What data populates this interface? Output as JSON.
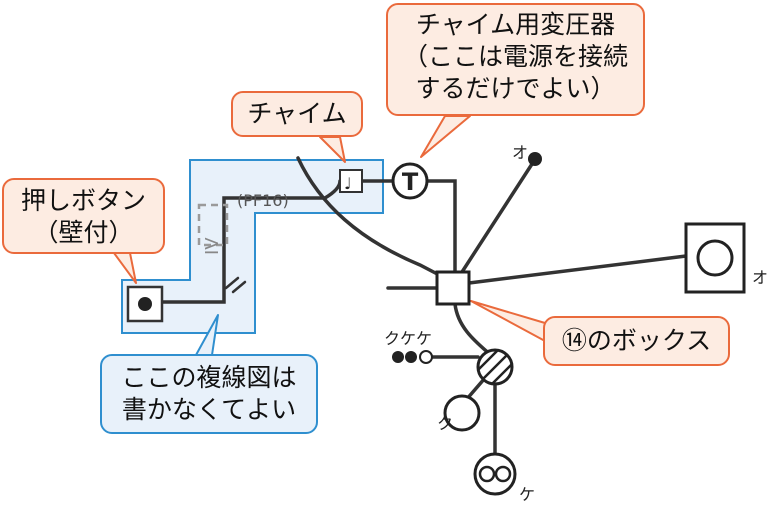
{
  "callouts": {
    "transformer": {
      "lines": [
        "チャイム用変圧器",
        "（ここは電源を接続",
        "するだけでよい）"
      ]
    },
    "chime": {
      "lines": [
        "チャイム"
      ]
    },
    "push_button": {
      "lines": [
        "押しボタン",
        "（壁付）"
      ]
    },
    "box14": {
      "lines": [
        "⑭のボックス"
      ]
    },
    "multiline_note": {
      "lines": [
        "ここの複線図は",
        "書かなくてよい"
      ]
    }
  },
  "diagram": {
    "conduit_label": "(PF16)",
    "cable_label": "IV",
    "transformer_symbol": "T",
    "chime_symbol": "♩",
    "labels": {
      "o_top": "オ",
      "o_right": "オ",
      "kukeke": "クケケ",
      "ku": "ク",
      "ke": "ケ"
    },
    "colors": {
      "wire": "#333333",
      "orange_border": "#ea6a3c",
      "orange_fill": "#fdece2",
      "blue_border": "#2f8fcf",
      "blue_fill": "#e8f1fa"
    }
  }
}
